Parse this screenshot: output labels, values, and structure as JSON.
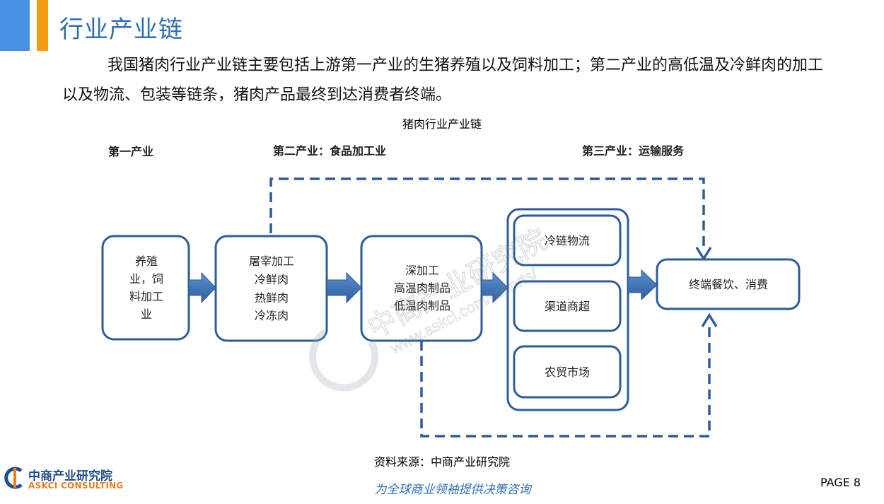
{
  "header": {
    "title": "行业产业链"
  },
  "intro": "我国猪肉行业产业链主要包括上游第一产业的生猪养殖以及饲料加工；第二产业的高低温及冷鲜肉的加工以及物流、包装等链条，猪肉产品最终到达消费者终端。",
  "diagram": {
    "title": "猪肉行业产业链",
    "stage_labels": [
      "第一产业",
      "第二产业：食品加工业",
      "第三产业：运输服务"
    ],
    "boxes": {
      "breeding": [
        "养殖",
        "业，饲",
        "料加工",
        "业"
      ],
      "slaughter": [
        "屠宰加工",
        "冷鲜肉",
        "热鲜肉",
        "冷冻肉"
      ],
      "deep": [
        "深加工",
        "高温肉制品",
        "低温肉制品"
      ],
      "cold_chain": "冷链物流",
      "channel": "渠道商超",
      "market": "农贸市场",
      "terminal": "终端餐饮、消费"
    },
    "line_color": "#2e5c96"
  },
  "footer": {
    "source": "资料来源：中商产业研究院",
    "logo_cn": "中商产业研究院",
    "logo_en": "ASKCI CONSULTING",
    "slogan": "为全球商业领袖提供决策咨询",
    "page": "PAGE 8"
  },
  "watermark": {
    "cn": "中商产业研究院",
    "url": "www.askci.com/reports/"
  }
}
